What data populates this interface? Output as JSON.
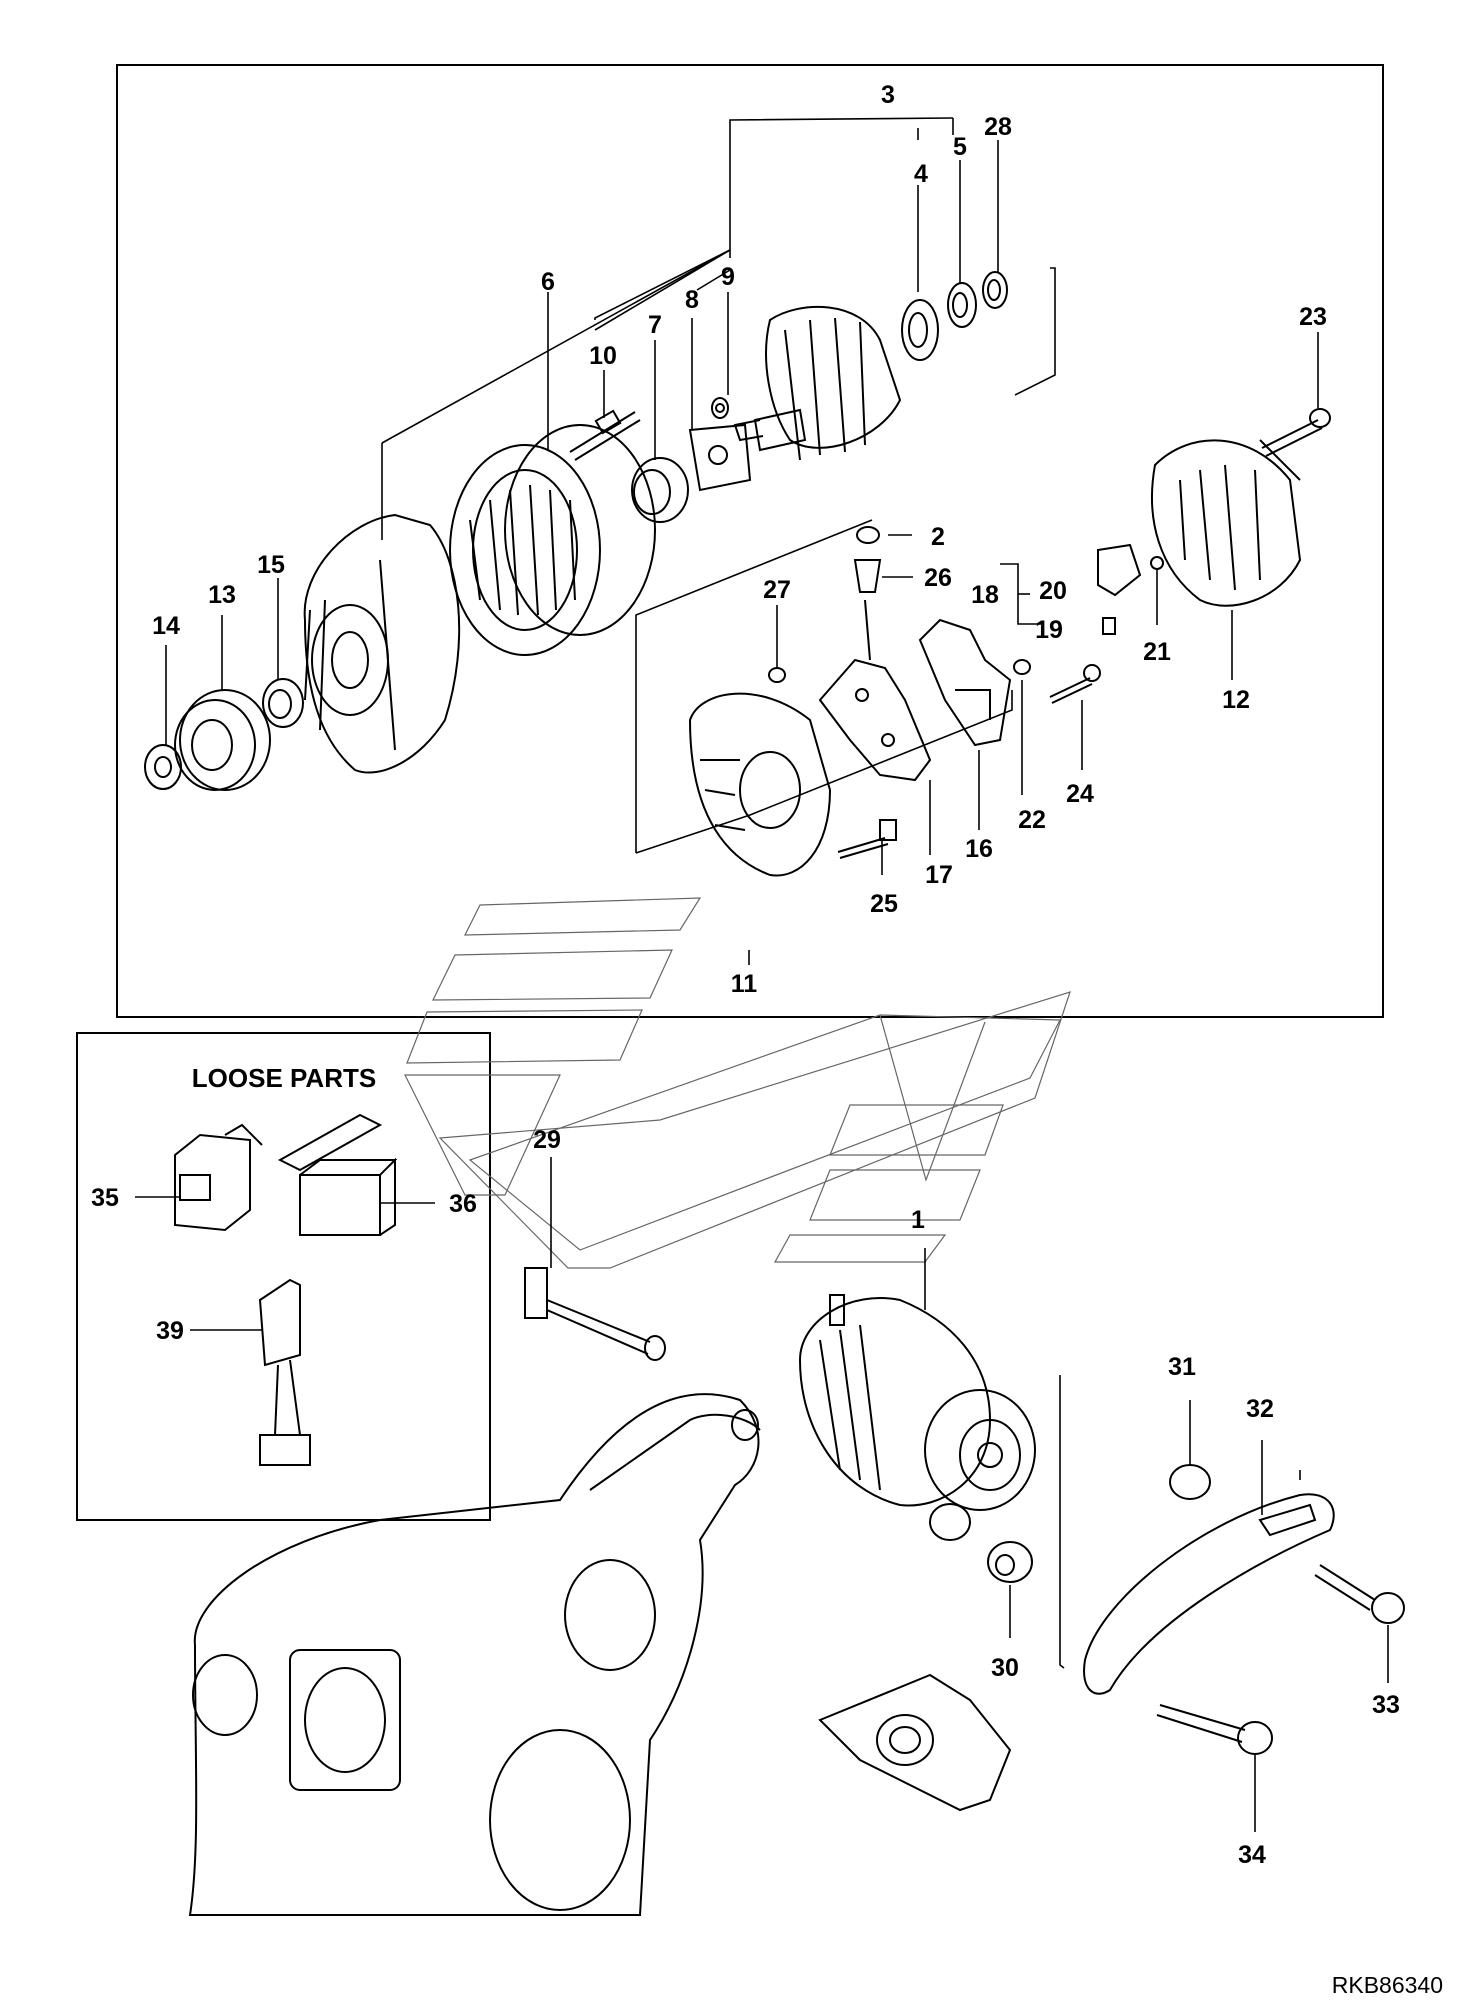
{
  "loose_parts": {
    "title": "LOOSE PARTS"
  },
  "drawing_code": "RKB86340",
  "callouts": {
    "c1": "1",
    "c2": "2",
    "c3": "3",
    "c4": "4",
    "c5": "5",
    "c6": "6",
    "c7": "7",
    "c8": "8",
    "c9": "9",
    "c10": "10",
    "c11": "11",
    "c12": "12",
    "c13": "13",
    "c14": "14",
    "c15": "15",
    "c16": "16",
    "c17": "17",
    "c18": "18",
    "c19": "19",
    "c20": "20",
    "c21": "21",
    "c22": "22",
    "c23": "23",
    "c24": "24",
    "c25": "25",
    "c26": "26",
    "c27": "27",
    "c28": "28",
    "c29": "29",
    "c30": "30",
    "c31": "31",
    "c32": "32",
    "c33": "33",
    "c34": "34",
    "c35": "35",
    "c36": "36",
    "c39": "39"
  }
}
